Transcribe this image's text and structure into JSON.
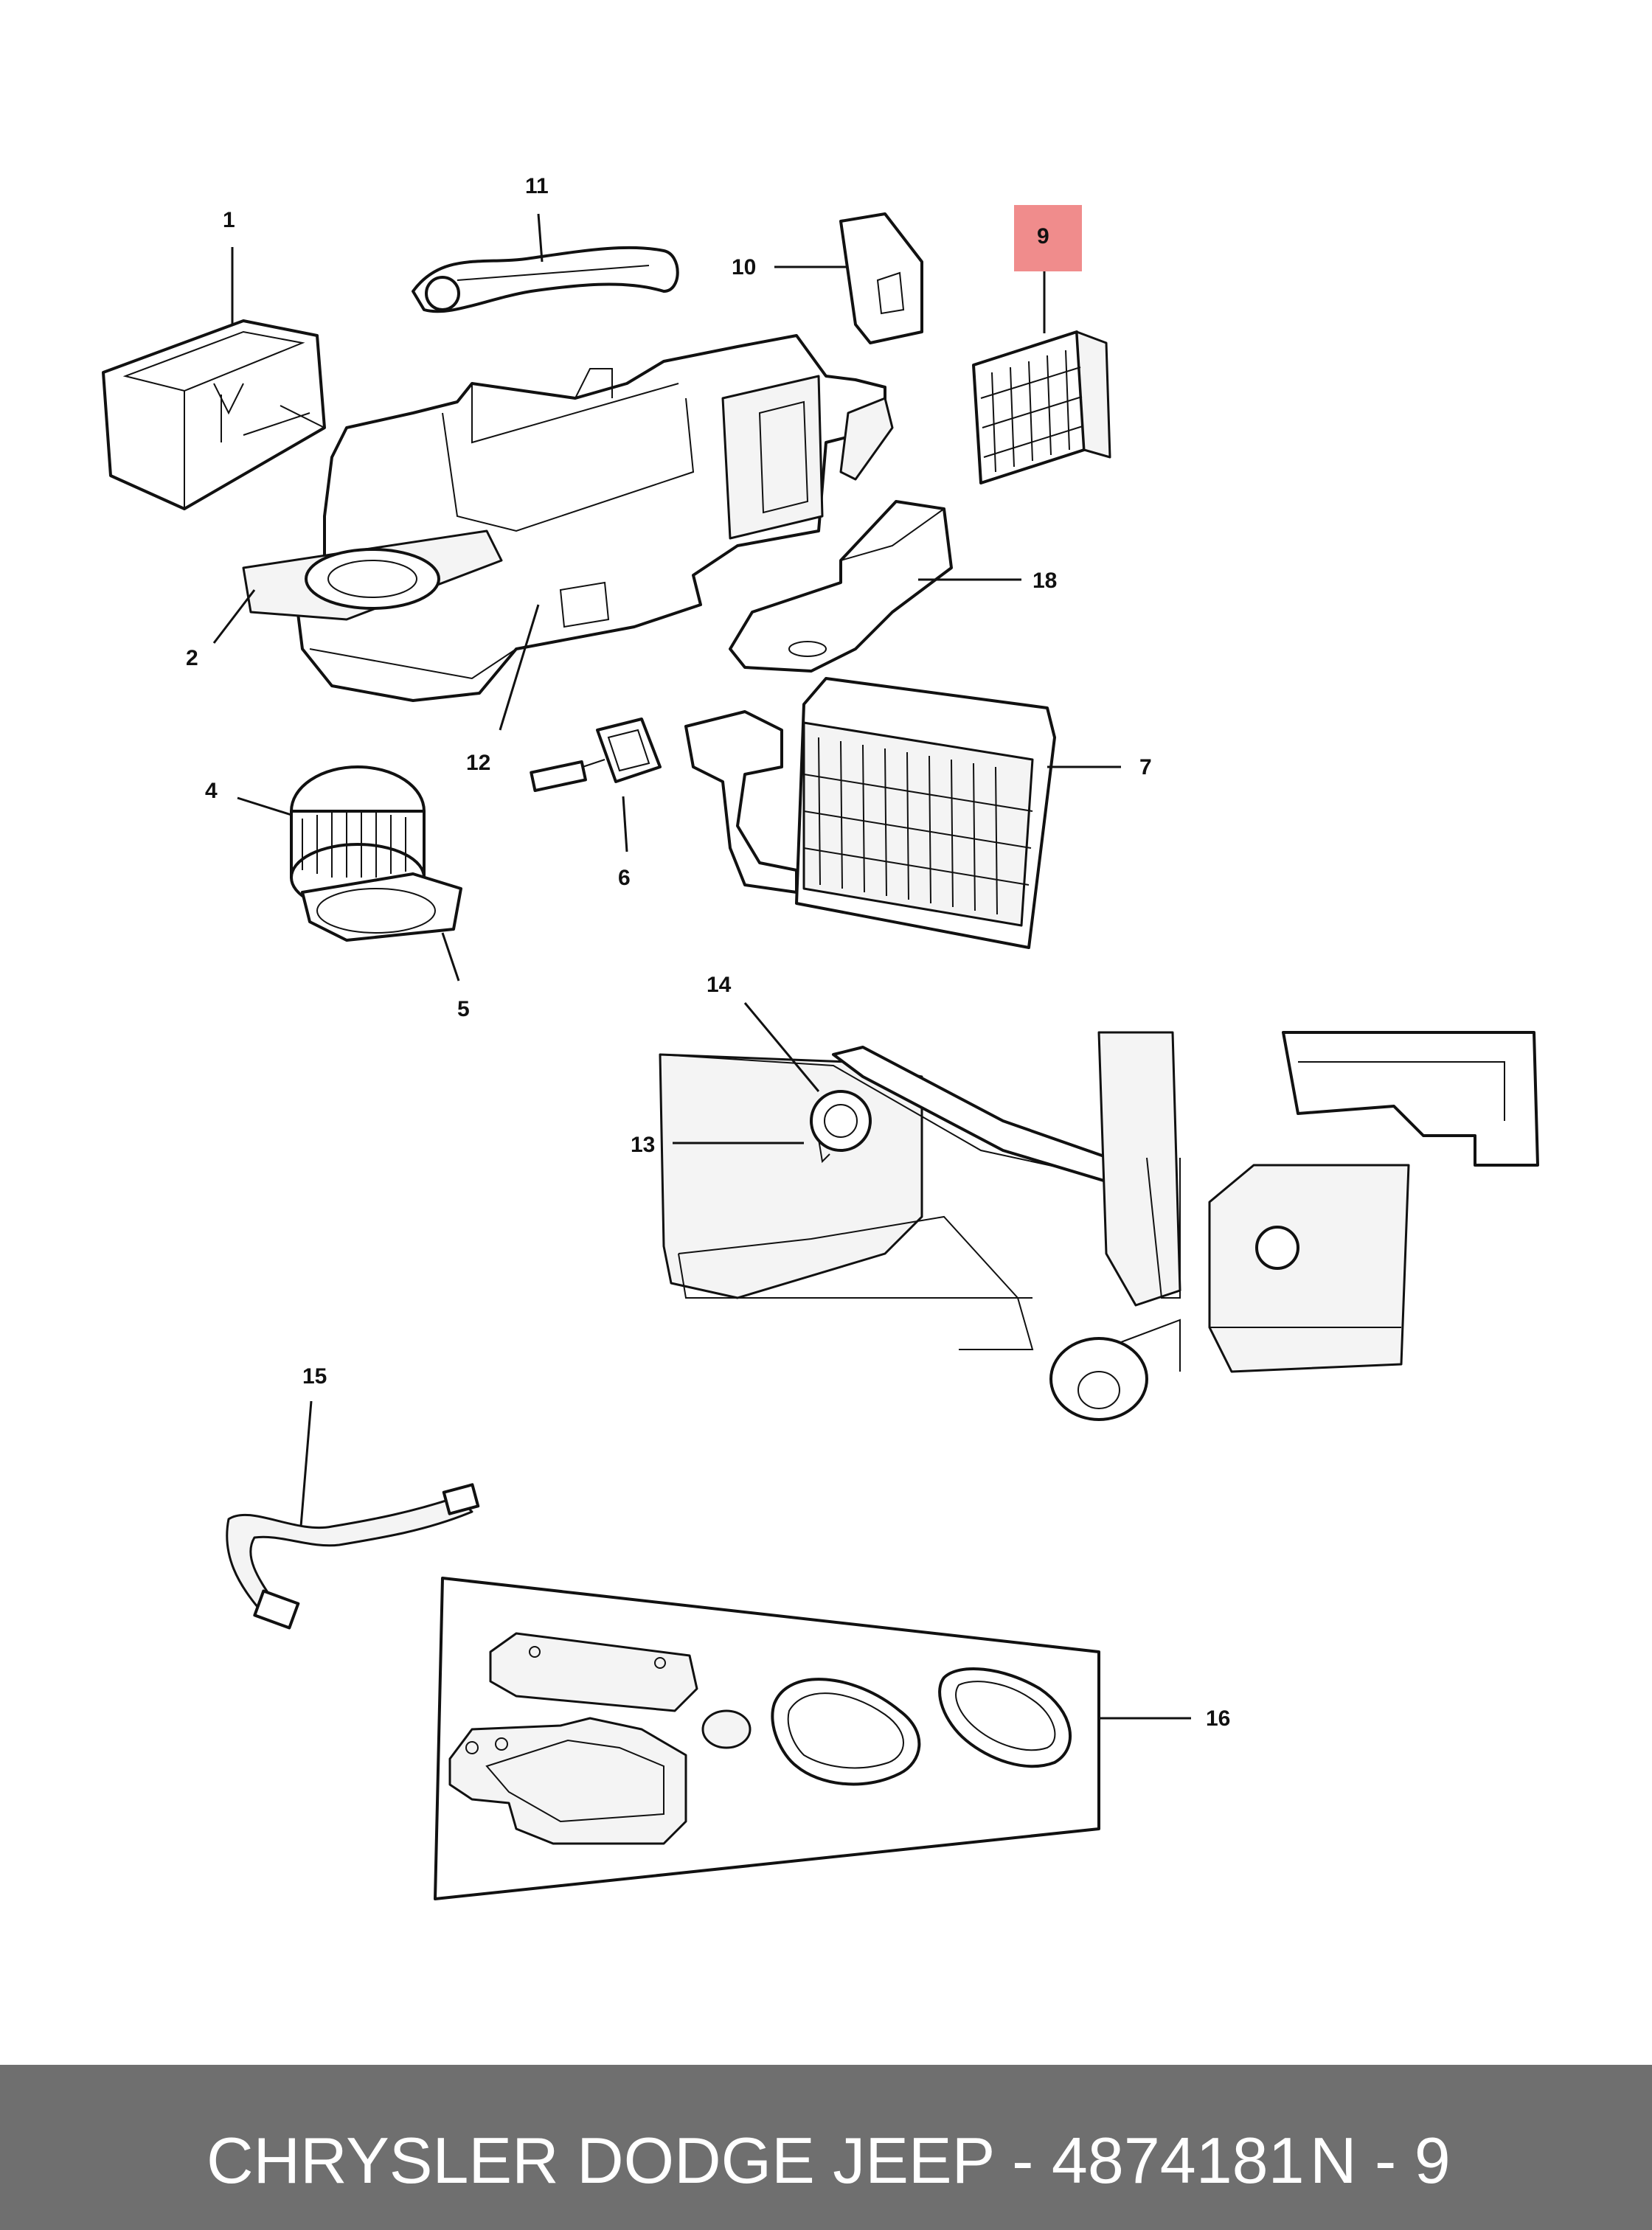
{
  "callouts": {
    "c1": "1",
    "c2": "2",
    "c4": "4",
    "c5": "5",
    "c6": "6",
    "c7": "7",
    "c9": "9",
    "c10": "10",
    "c11": "11",
    "c12": "12",
    "c13": "13",
    "c14": "14",
    "c15": "15",
    "c16": "16",
    "c18": "18"
  },
  "highlight": {
    "callout": "9",
    "color": "#f08c8c"
  },
  "footer": {
    "brand_part": "CHRYSLER DODGE JEEP - 4874181",
    "reference": "N - 9",
    "background": "#6f6f6f",
    "text_color": "#ffffff"
  }
}
